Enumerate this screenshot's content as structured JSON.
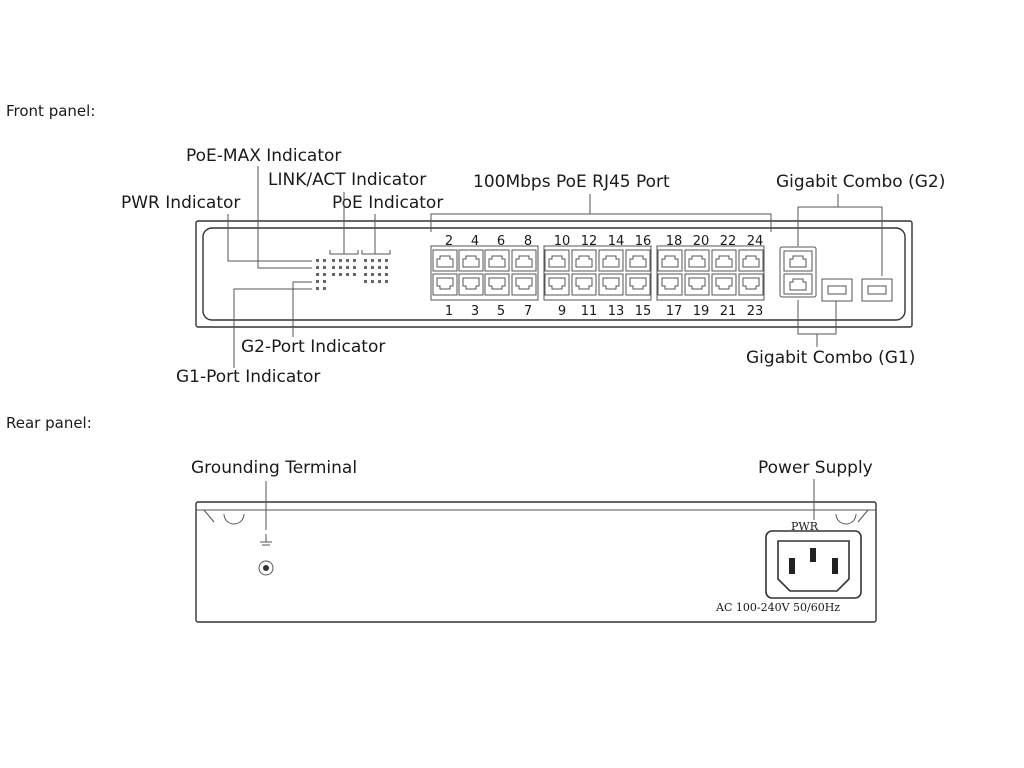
{
  "sections": {
    "front": "Front panel:",
    "rear": "Rear panel:"
  },
  "front_panel": {
    "labels": {
      "poe_max": "PoE-MAX Indicator",
      "link_act": "LINK/ACT Indicator",
      "poe_indicator": "PoE Indicator",
      "pwr_indicator": "PWR Indicator",
      "rj45_ports": "100Mbps PoE RJ45 Port",
      "combo_g2": "Gigabit Combo (G2)",
      "combo_g1": "Gigabit Combo (G1)",
      "g2_port": "G2-Port Indicator",
      "g1_port": "G1-Port Indicator"
    },
    "top_port_numbers": [
      "2",
      "4",
      "6",
      "8",
      "10",
      "12",
      "14",
      "16",
      "18",
      "20",
      "22",
      "24"
    ],
    "bottom_port_numbers": [
      "1",
      "3",
      "5",
      "7",
      "9",
      "11",
      "13",
      "15",
      "17",
      "19",
      "21",
      "23"
    ]
  },
  "rear_panel": {
    "labels": {
      "grounding": "Grounding Terminal",
      "power_supply": "Power Supply"
    },
    "pwr_tag": "PWR",
    "ac_rating": "AC 100-240V 50/60Hz",
    "ground_symbol": "ground-icon"
  }
}
